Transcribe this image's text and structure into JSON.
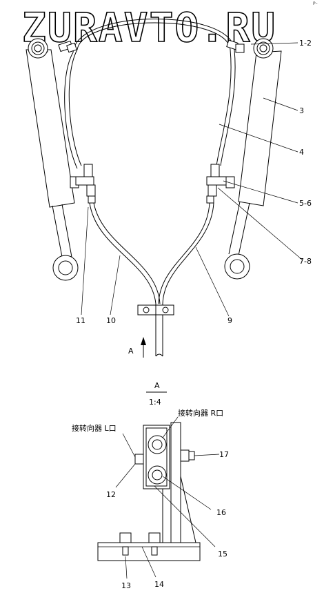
{
  "watermark": "ZURAVTO.RU",
  "corner_mark": "P–",
  "callouts": {
    "c1_2": "1-2",
    "c3": "3",
    "c4": "4",
    "c5_6": "5-6",
    "c7_8": "7-8",
    "c9": "9",
    "c10": "10",
    "c11": "11",
    "c12": "12",
    "c13": "13",
    "c14": "14",
    "c15": "15",
    "c16": "16",
    "c17": "17"
  },
  "view_arrow_label": "A",
  "detail_view": {
    "title": "A",
    "scale": "1:4",
    "port_r_label": "接转向器 R口",
    "port_l_label": "接转向器 L口"
  }
}
